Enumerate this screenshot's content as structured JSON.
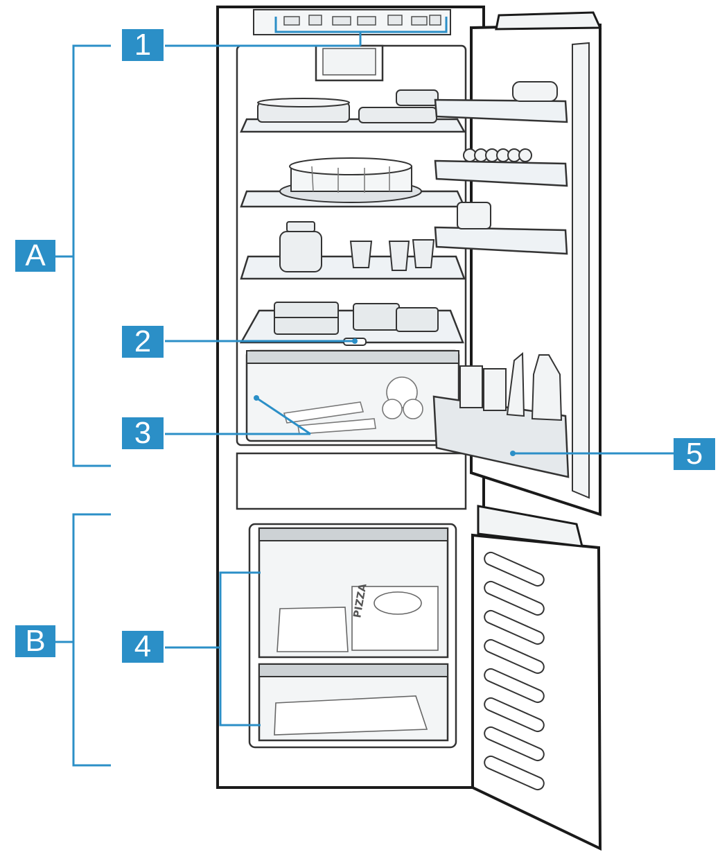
{
  "callouts": {
    "a": "A",
    "b": "B",
    "n1": "1",
    "n2": "2",
    "n3": "3",
    "n4": "4",
    "n5": "5"
  },
  "labels": {
    "pizza_box": "PIZZA"
  },
  "colors": {
    "callout_fill": "#2b8fc7",
    "leader_line": "#2b8fc7",
    "outline": "#1a1a1a",
    "glass": "#eef2f5",
    "shelf": "#d9dde0"
  }
}
